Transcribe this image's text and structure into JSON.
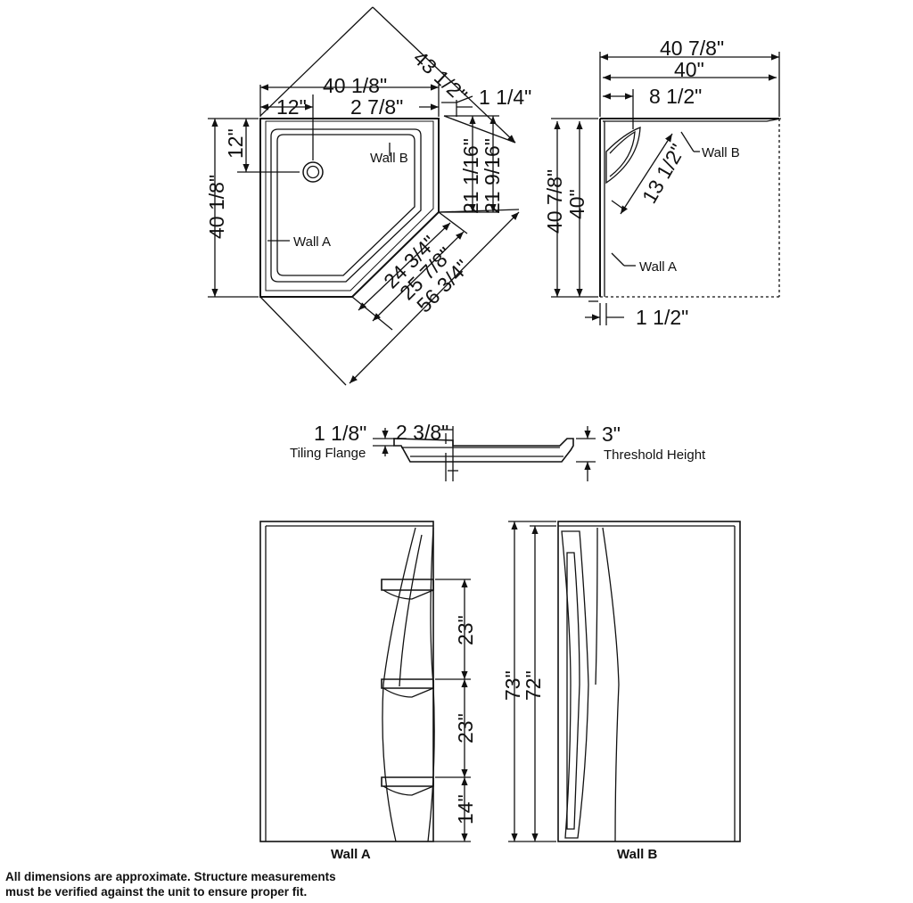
{
  "base_plan": {
    "diag_43_1_2": "43 1/2\"",
    "w_40_1_8": "40 1/8\"",
    "w_12": "12\"",
    "w_2_7_8": "2 7/8\"",
    "w_1_1_4": "1 1/4\"",
    "h_12": "12\"",
    "h_40_1_8": "40 1/8\"",
    "h_21_1_16": "21 1/16\"",
    "h_21_9_16": "21 9/16\"",
    "d_24_3_4": "24 3/4\"",
    "d_25_7_8": "25 7/8\"",
    "d_56_3_4": "56 3/4\"",
    "wall_b_label": "Wall B",
    "wall_a_label": "Wall A"
  },
  "side_plan": {
    "w_40_7_8": "40 7/8\"",
    "w_40": "40\"",
    "w_8_1_2": "8 1/2\"",
    "d_13_1_2": "13 1/2\"",
    "h_40_7_8": "40 7/8\"",
    "h_40": "40\"",
    "w_1_1_2": "1 1/2\"",
    "wall_b_label": "Wall B",
    "wall_a_label": "Wall A"
  },
  "profile": {
    "flange_dim": "1 1/8\"",
    "flange_label": "Tiling Flange",
    "dim_2_3_8": "2 3/8\"",
    "threshold_dim": "3\"",
    "threshold_label": "Threshold Height"
  },
  "walls": {
    "dim_23_top": "23\"",
    "dim_23_mid": "23\"",
    "dim_14": "14\"",
    "dim_73": "73\"",
    "dim_72": "72\"",
    "wall_a_name": "Wall A",
    "wall_b_name": "Wall B"
  },
  "footnote": {
    "line1": "All dimensions are approximate. Structure measurements",
    "line2": "must be verified against the unit to ensure proper fit."
  }
}
